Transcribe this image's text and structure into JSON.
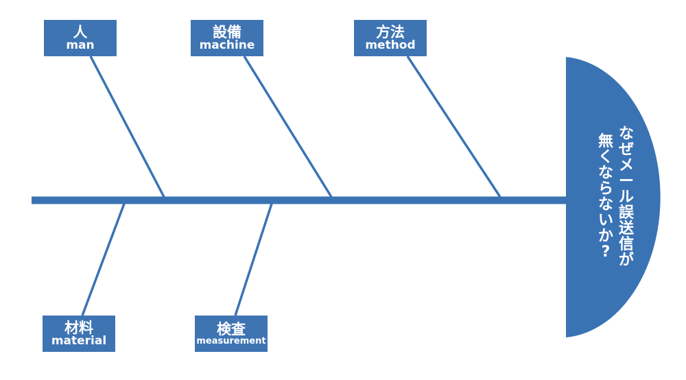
{
  "diagram": {
    "type": "fishbone",
    "effect": {
      "title": "なぜメール誤送信が無くならないか?",
      "lines": [
        "なぜメール誤送信が",
        "無くならないか?"
      ]
    },
    "categories": [
      {
        "id": "man",
        "jp": "人",
        "en": "man"
      },
      {
        "id": "machine",
        "jp": "設備",
        "en": "machine"
      },
      {
        "id": "method",
        "jp": "方法",
        "en": "method"
      },
      {
        "id": "material",
        "jp": "材料",
        "en": "material"
      },
      {
        "id": "measurement",
        "jp": "検査",
        "en": "measurement"
      }
    ]
  },
  "colors": {
    "primary": "#3a73b4",
    "box": "#3f74b3",
    "text_on_primary": "#ffffff",
    "background": "#ffffff"
  }
}
